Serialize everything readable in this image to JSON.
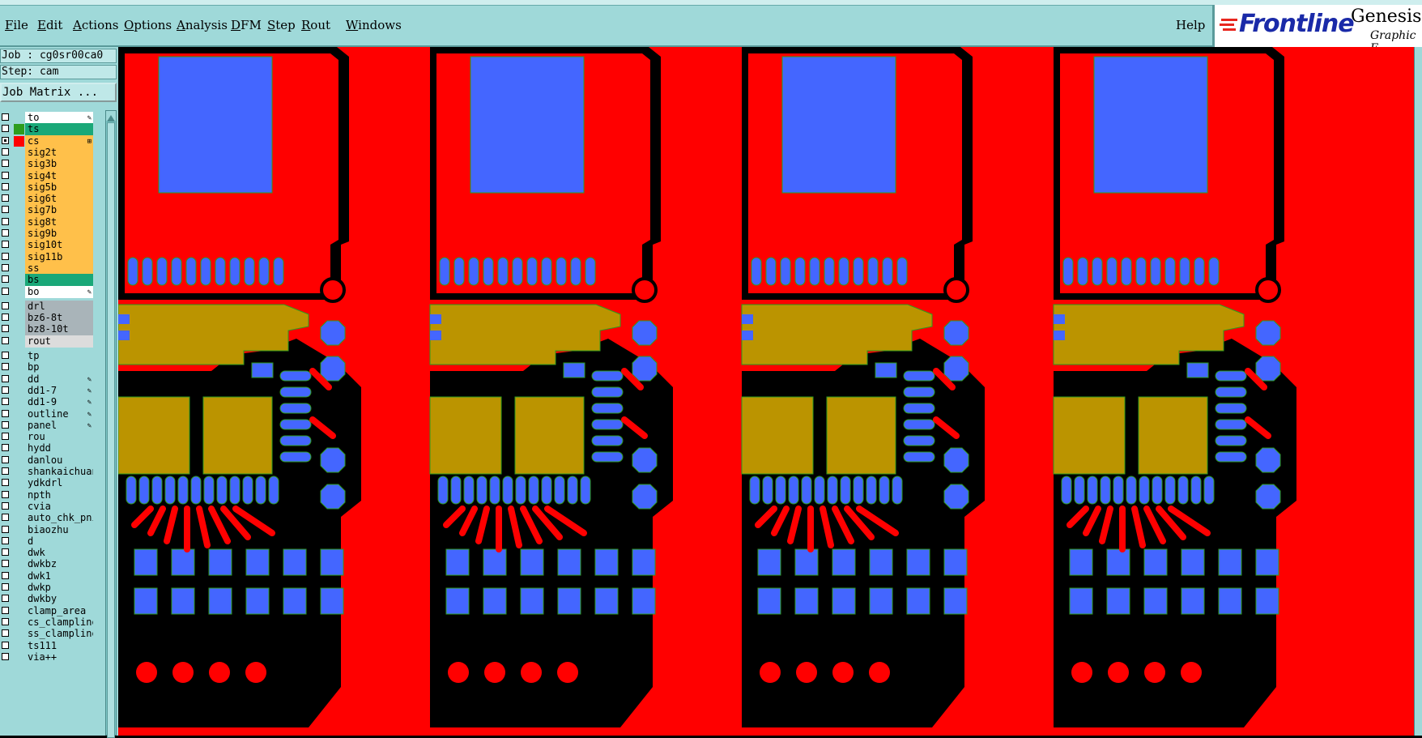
{
  "menubar": {
    "items": [
      "File",
      "Edit",
      "Actions",
      "Options",
      "Analysis",
      "DFM",
      "Step",
      "Rout",
      "Windows"
    ],
    "help": "Help"
  },
  "logo": {
    "brand": "Frontline",
    "product": "Genesis",
    "subtitle": "Graphic E"
  },
  "job": {
    "job_label": "Job : cg0sr00ca0",
    "step_label": "Step: cam",
    "matrix_button": "Job Matrix ..."
  },
  "colors": {
    "panel": "#9fd9d9",
    "signal_layer": "#ffc04a",
    "mask_layer": "#1aa878",
    "drill_layer": "#a9b4b9",
    "copper": "#ff0000",
    "pad": "#4466ff",
    "feature": "#bb9400"
  },
  "layers": [
    {
      "name": "to",
      "bg": "#ffffff",
      "checked": false,
      "swatch": "",
      "mark": "✎"
    },
    {
      "name": "ts",
      "bg": "#1aa878",
      "checked": false,
      "swatch": "#2e9d1e",
      "mark": ""
    },
    {
      "name": "cs",
      "bg": "#ffc04a",
      "checked": true,
      "swatch": "#ff0000",
      "mark": "⊞"
    },
    {
      "name": "sig2t",
      "bg": "#ffc04a",
      "checked": false,
      "swatch": "",
      "mark": ""
    },
    {
      "name": "sig3b",
      "bg": "#ffc04a",
      "checked": false,
      "swatch": "",
      "mark": ""
    },
    {
      "name": "sig4t",
      "bg": "#ffc04a",
      "checked": false,
      "swatch": "",
      "mark": ""
    },
    {
      "name": "sig5b",
      "bg": "#ffc04a",
      "checked": false,
      "swatch": "",
      "mark": ""
    },
    {
      "name": "sig6t",
      "bg": "#ffc04a",
      "checked": false,
      "swatch": "",
      "mark": ""
    },
    {
      "name": "sig7b",
      "bg": "#ffc04a",
      "checked": false,
      "swatch": "",
      "mark": ""
    },
    {
      "name": "sig8t",
      "bg": "#ffc04a",
      "checked": false,
      "swatch": "",
      "mark": ""
    },
    {
      "name": "sig9b",
      "bg": "#ffc04a",
      "checked": false,
      "swatch": "",
      "mark": ""
    },
    {
      "name": "sig10t",
      "bg": "#ffc04a",
      "checked": false,
      "swatch": "",
      "mark": ""
    },
    {
      "name": "sig11b",
      "bg": "#ffc04a",
      "checked": false,
      "swatch": "",
      "mark": ""
    },
    {
      "name": "ss",
      "bg": "#ffc04a",
      "checked": false,
      "swatch": "",
      "mark": ""
    },
    {
      "name": "bs",
      "bg": "#1aa878",
      "checked": false,
      "swatch": "",
      "mark": ""
    },
    {
      "name": "bo",
      "bg": "#ffffff",
      "checked": false,
      "swatch": "",
      "mark": "✎"
    },
    {
      "name": "drl",
      "bg": "#a9b4b9",
      "checked": false,
      "swatch": "",
      "mark": ""
    },
    {
      "name": "bz6-8t",
      "bg": "#a9b4b9",
      "checked": false,
      "swatch": "",
      "mark": ""
    },
    {
      "name": "bz8-10t",
      "bg": "#a9b4b9",
      "checked": false,
      "swatch": "",
      "mark": ""
    },
    {
      "name": "rout",
      "bg": "#dcdcdc",
      "checked": false,
      "swatch": "",
      "mark": ""
    },
    {
      "name": "tp",
      "bg": "#9fd9d9",
      "checked": false,
      "swatch": "",
      "mark": ""
    },
    {
      "name": "bp",
      "bg": "#9fd9d9",
      "checked": false,
      "swatch": "",
      "mark": ""
    },
    {
      "name": "dd",
      "bg": "#9fd9d9",
      "checked": false,
      "swatch": "",
      "mark": "✎"
    },
    {
      "name": "dd1-7",
      "bg": "#9fd9d9",
      "checked": false,
      "swatch": "",
      "mark": "✎"
    },
    {
      "name": "dd1-9",
      "bg": "#9fd9d9",
      "checked": false,
      "swatch": "",
      "mark": "✎"
    },
    {
      "name": "outline",
      "bg": "#9fd9d9",
      "checked": false,
      "swatch": "",
      "mark": "✎"
    },
    {
      "name": "panel",
      "bg": "#9fd9d9",
      "checked": false,
      "swatch": "",
      "mark": "✎"
    },
    {
      "name": "rou",
      "bg": "#9fd9d9",
      "checked": false,
      "swatch": "",
      "mark": ""
    },
    {
      "name": "hydd",
      "bg": "#9fd9d9",
      "checked": false,
      "swatch": "",
      "mark": ""
    },
    {
      "name": "danlou",
      "bg": "#9fd9d9",
      "checked": false,
      "swatch": "",
      "mark": ""
    },
    {
      "name": "shankaichuan",
      "bg": "#9fd9d9",
      "checked": false,
      "swatch": "",
      "mark": ""
    },
    {
      "name": "ydkdrl",
      "bg": "#9fd9d9",
      "checked": false,
      "swatch": "",
      "mark": ""
    },
    {
      "name": "npth",
      "bg": "#9fd9d9",
      "checked": false,
      "swatch": "",
      "mark": ""
    },
    {
      "name": "cvia",
      "bg": "#9fd9d9",
      "checked": false,
      "swatch": "",
      "mark": ""
    },
    {
      "name": "auto_chk_pni",
      "bg": "#9fd9d9",
      "checked": false,
      "swatch": "",
      "mark": ""
    },
    {
      "name": "biaozhu",
      "bg": "#9fd9d9",
      "checked": false,
      "swatch": "",
      "mark": ""
    },
    {
      "name": "d",
      "bg": "#9fd9d9",
      "checked": false,
      "swatch": "",
      "mark": ""
    },
    {
      "name": "dwk",
      "bg": "#9fd9d9",
      "checked": false,
      "swatch": "",
      "mark": ""
    },
    {
      "name": "dwkbz",
      "bg": "#9fd9d9",
      "checked": false,
      "swatch": "",
      "mark": ""
    },
    {
      "name": "dwk1",
      "bg": "#9fd9d9",
      "checked": false,
      "swatch": "",
      "mark": ""
    },
    {
      "name": "dwkp",
      "bg": "#9fd9d9",
      "checked": false,
      "swatch": "",
      "mark": ""
    },
    {
      "name": "dwkby",
      "bg": "#9fd9d9",
      "checked": false,
      "swatch": "",
      "mark": ""
    },
    {
      "name": "clamp_area",
      "bg": "#9fd9d9",
      "checked": false,
      "swatch": "",
      "mark": ""
    },
    {
      "name": "cs_clampline",
      "bg": "#9fd9d9",
      "checked": false,
      "swatch": "",
      "mark": ""
    },
    {
      "name": "ss_clampline",
      "bg": "#9fd9d9",
      "checked": false,
      "swatch": "",
      "mark": ""
    },
    {
      "name": "ts111",
      "bg": "#9fd9d9",
      "checked": false,
      "swatch": "",
      "mark": ""
    },
    {
      "name": "via++",
      "bg": "#9fd9d9",
      "checked": false,
      "swatch": "",
      "mark": ""
    }
  ]
}
